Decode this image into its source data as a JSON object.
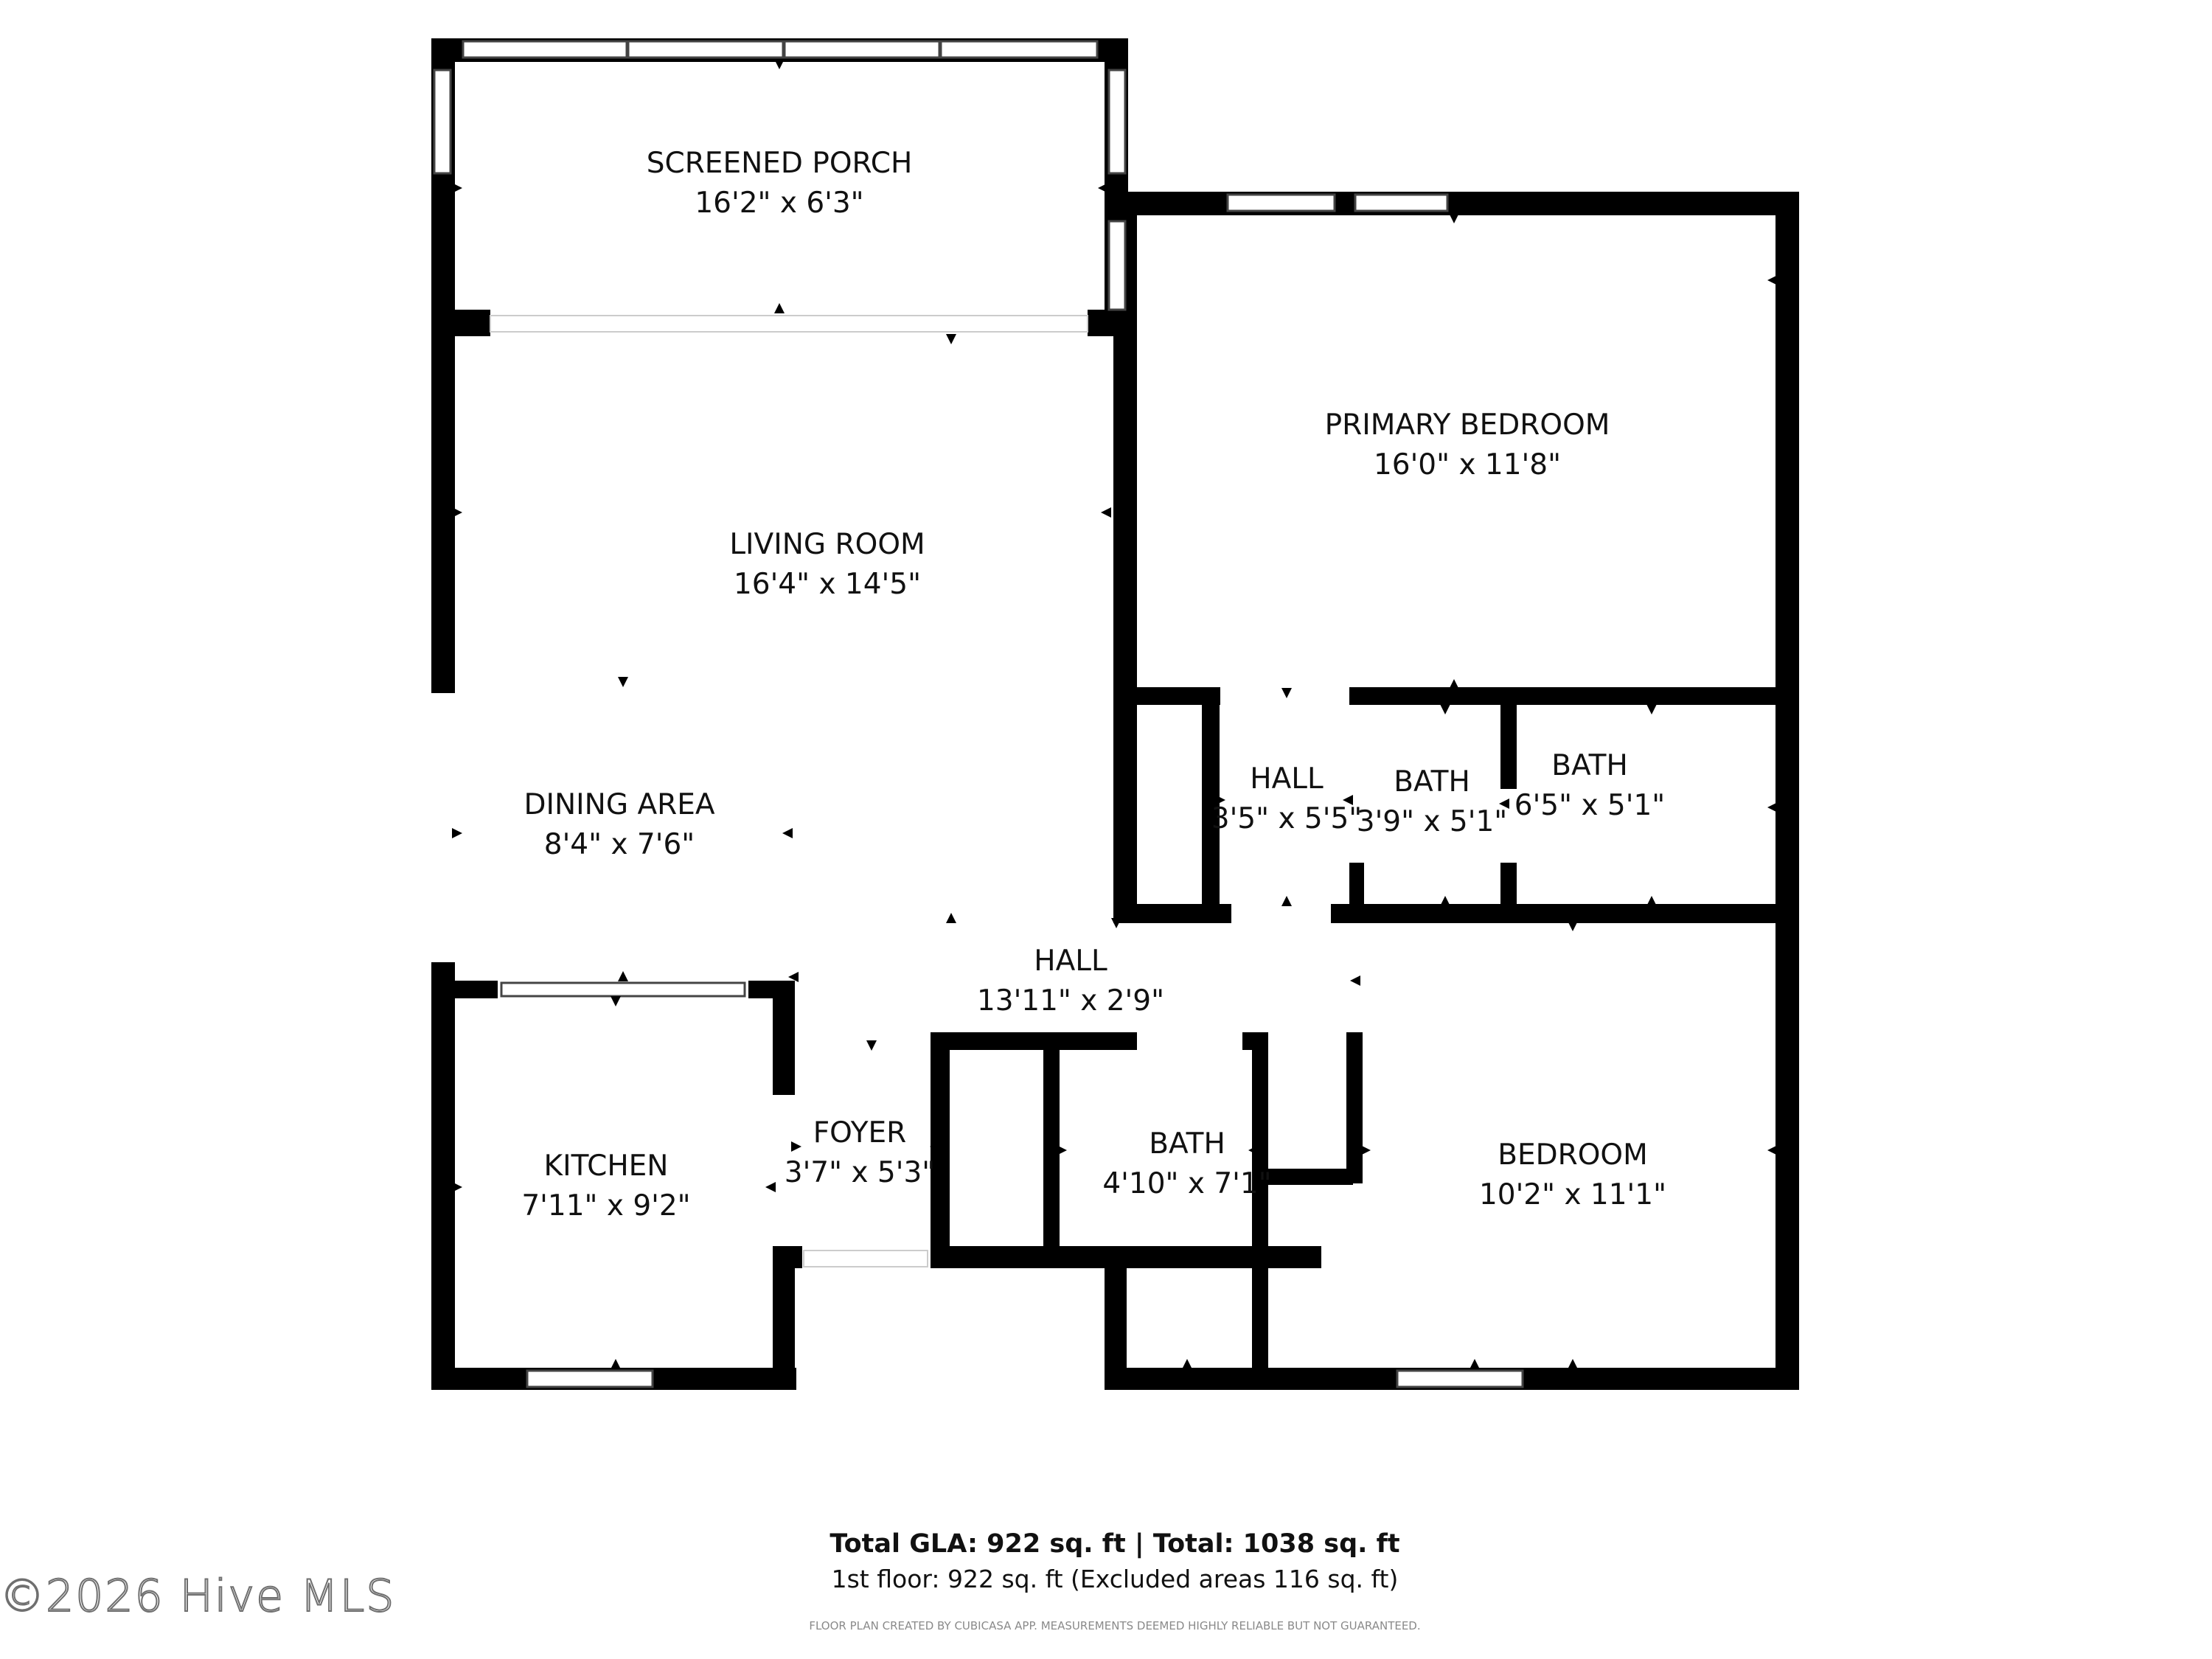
{
  "rooms": {
    "screened_porch": {
      "name": "SCREENED PORCH",
      "dims": "16'2\" x 6'3\""
    },
    "primary_bedroom": {
      "name": "PRIMARY BEDROOM",
      "dims": "16'0\" x 11'8\""
    },
    "living_room": {
      "name": "LIVING ROOM",
      "dims": "16'4\" x 14'5\""
    },
    "dining_area": {
      "name": "DINING AREA",
      "dims": "8'4\" x 7'6\""
    },
    "hall_upper": {
      "name": "HALL",
      "dims": "3'5\" x 5'5\""
    },
    "bath_middle": {
      "name": "BATH",
      "dims": "3'9\" x 5'1\""
    },
    "bath_right": {
      "name": "BATH",
      "dims": "6'5\" x 5'1\""
    },
    "hall_main": {
      "name": "HALL",
      "dims": "13'11\" x 2'9\""
    },
    "kitchen": {
      "name": "KITCHEN",
      "dims": "7'11\" x 9'2\""
    },
    "foyer": {
      "name": "FOYER",
      "dims": "3'7\" x 5'3\""
    },
    "bath_lower": {
      "name": "BATH",
      "dims": "4'10\" x 7'1\""
    },
    "bedroom": {
      "name": "BEDROOM",
      "dims": "10'2\" x 11'1\""
    }
  },
  "summary": {
    "line1": "Total GLA: 922 sq. ft | Total: 1038 sq. ft",
    "line2": "1st floor: 922 sq. ft (Excluded areas 116 sq. ft)"
  },
  "disclaimer": "FLOOR PLAN CREATED BY CUBICASA APP. MEASUREMENTS DEEMED HIGHLY RELIABLE BUT NOT GUARANTEED.",
  "watermark": "©2026 Hive MLS",
  "colors": {
    "wall": "#000000",
    "window": "#ffffff",
    "window_stroke": "#444444",
    "text": "#111111"
  }
}
